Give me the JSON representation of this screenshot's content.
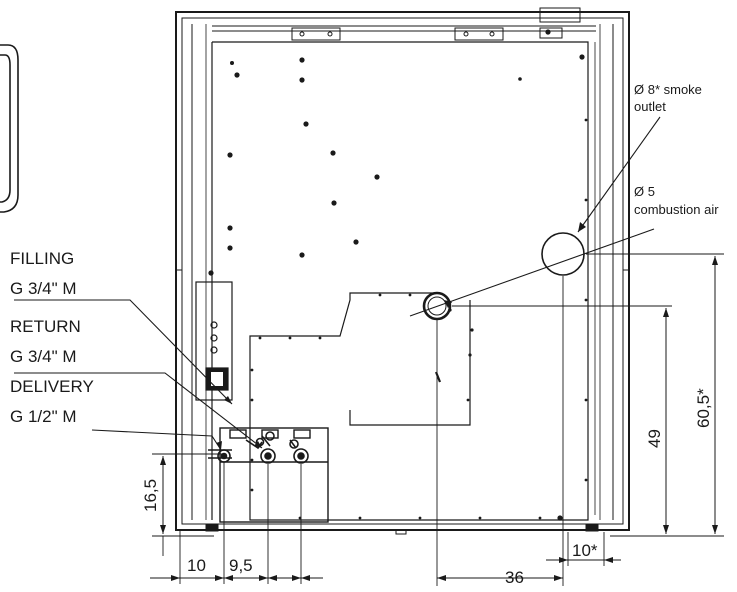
{
  "labels": {
    "filling": "FILLING",
    "filling_size": "G 3/4\" M",
    "return": "RETURN",
    "return_size": "G 3/4\" M",
    "delivery": "DELIVERY",
    "delivery_size": "G 1/2\" M",
    "smoke_diameter": "Ø 8* smoke",
    "smoke_outlet": "outlet",
    "air_diameter": "Ø 5",
    "air_text": "combustion air"
  },
  "dimensions": {
    "d_16_5": "16,5",
    "d_10_left": "10",
    "d_9_5": "9,5",
    "d_36": "36",
    "d_10_star": "10*",
    "d_49": "49",
    "d_60_5": "60,5*"
  },
  "colors": {
    "line": "#1a1a1a",
    "panel_fill": "#ffffff",
    "background": "#ffffff"
  }
}
